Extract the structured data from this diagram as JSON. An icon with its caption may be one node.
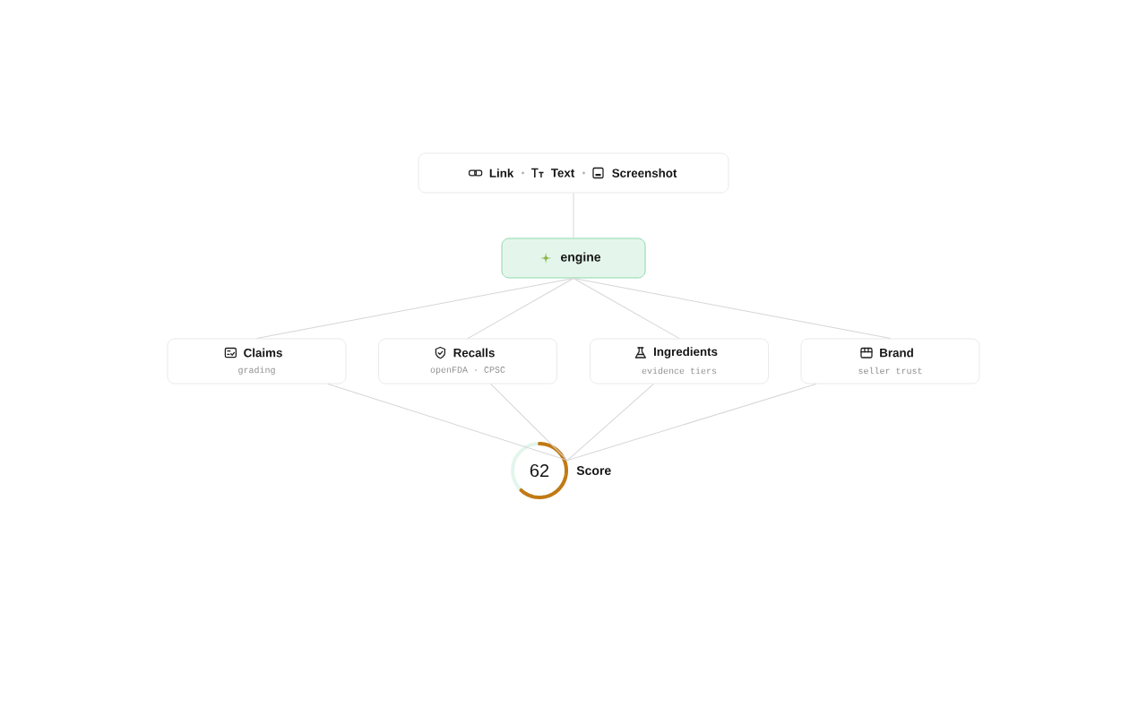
{
  "diagram": {
    "nodes": [
      {
        "text": [
          "Link",
          "Text",
          "Screenshot"
        ]
      },
      {
        "text": [
          "engine"
        ]
      },
      {
        "text": [
          "Claims",
          "grading"
        ]
      },
      {
        "text": [
          "Recalls",
          "openFDA · CPSC"
        ]
      },
      {
        "text": [
          "Ingredients",
          "evidence tiers"
        ]
      },
      {
        "text": [
          "Brand",
          "seller trust"
        ]
      },
      {
        "text": [
          "62"
        ],
        "beside": [
          "Score"
        ]
      }
    ],
    "edges": [
      {
        "from": 0,
        "to": 1,
        "arrow": "none"
      },
      {
        "from": 1,
        "to": 2,
        "arrow": "none"
      },
      {
        "from": 1,
        "to": 3,
        "arrow": "none"
      },
      {
        "from": 1,
        "to": 4,
        "arrow": "none"
      },
      {
        "from": 1,
        "to": 5,
        "arrow": "none"
      },
      {
        "from": 2,
        "to": 6,
        "arrow": "none"
      },
      {
        "from": 3,
        "to": 6,
        "arrow": "none"
      },
      {
        "from": 4,
        "to": 6,
        "arrow": "none"
      },
      {
        "from": 5,
        "to": 6,
        "arrow": "none"
      }
    ]
  }
}
